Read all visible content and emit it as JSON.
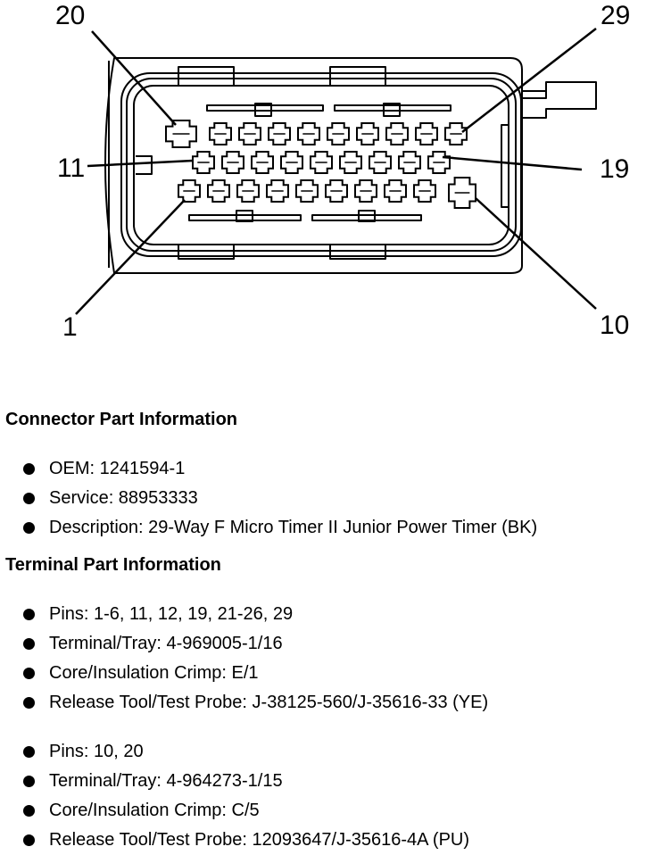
{
  "callouts": {
    "pin_20": "20",
    "pin_29": "29",
    "pin_11": "11",
    "pin_19": "19",
    "pin_1": "1",
    "pin_10": "10"
  },
  "connector": {
    "heading": "Connector Part Information",
    "items": [
      "OEM: 1241594-1",
      "Service: 88953333",
      "Description: 29-Way F Micro Timer II Junior Power Timer (BK)"
    ]
  },
  "terminal": {
    "heading": "Terminal Part Information",
    "groups": [
      {
        "items": [
          "Pins: 1-6, 11, 12, 19, 21-26, 29",
          "Terminal/Tray: 4-969005-1/16",
          "Core/Insulation Crimp: E/1",
          "Release Tool/Test Probe: J-38125-560/J-35616-33 (YE)"
        ]
      },
      {
        "items": [
          "Pins: 10, 20",
          "Terminal/Tray: 4-964273-1/15",
          "Core/Insulation Crimp: C/5",
          "Release Tool/Test Probe: 12093647/J-35616-4A (PU)"
        ]
      }
    ]
  },
  "colors": {
    "ink": "#000000",
    "background": "#ffffff"
  }
}
